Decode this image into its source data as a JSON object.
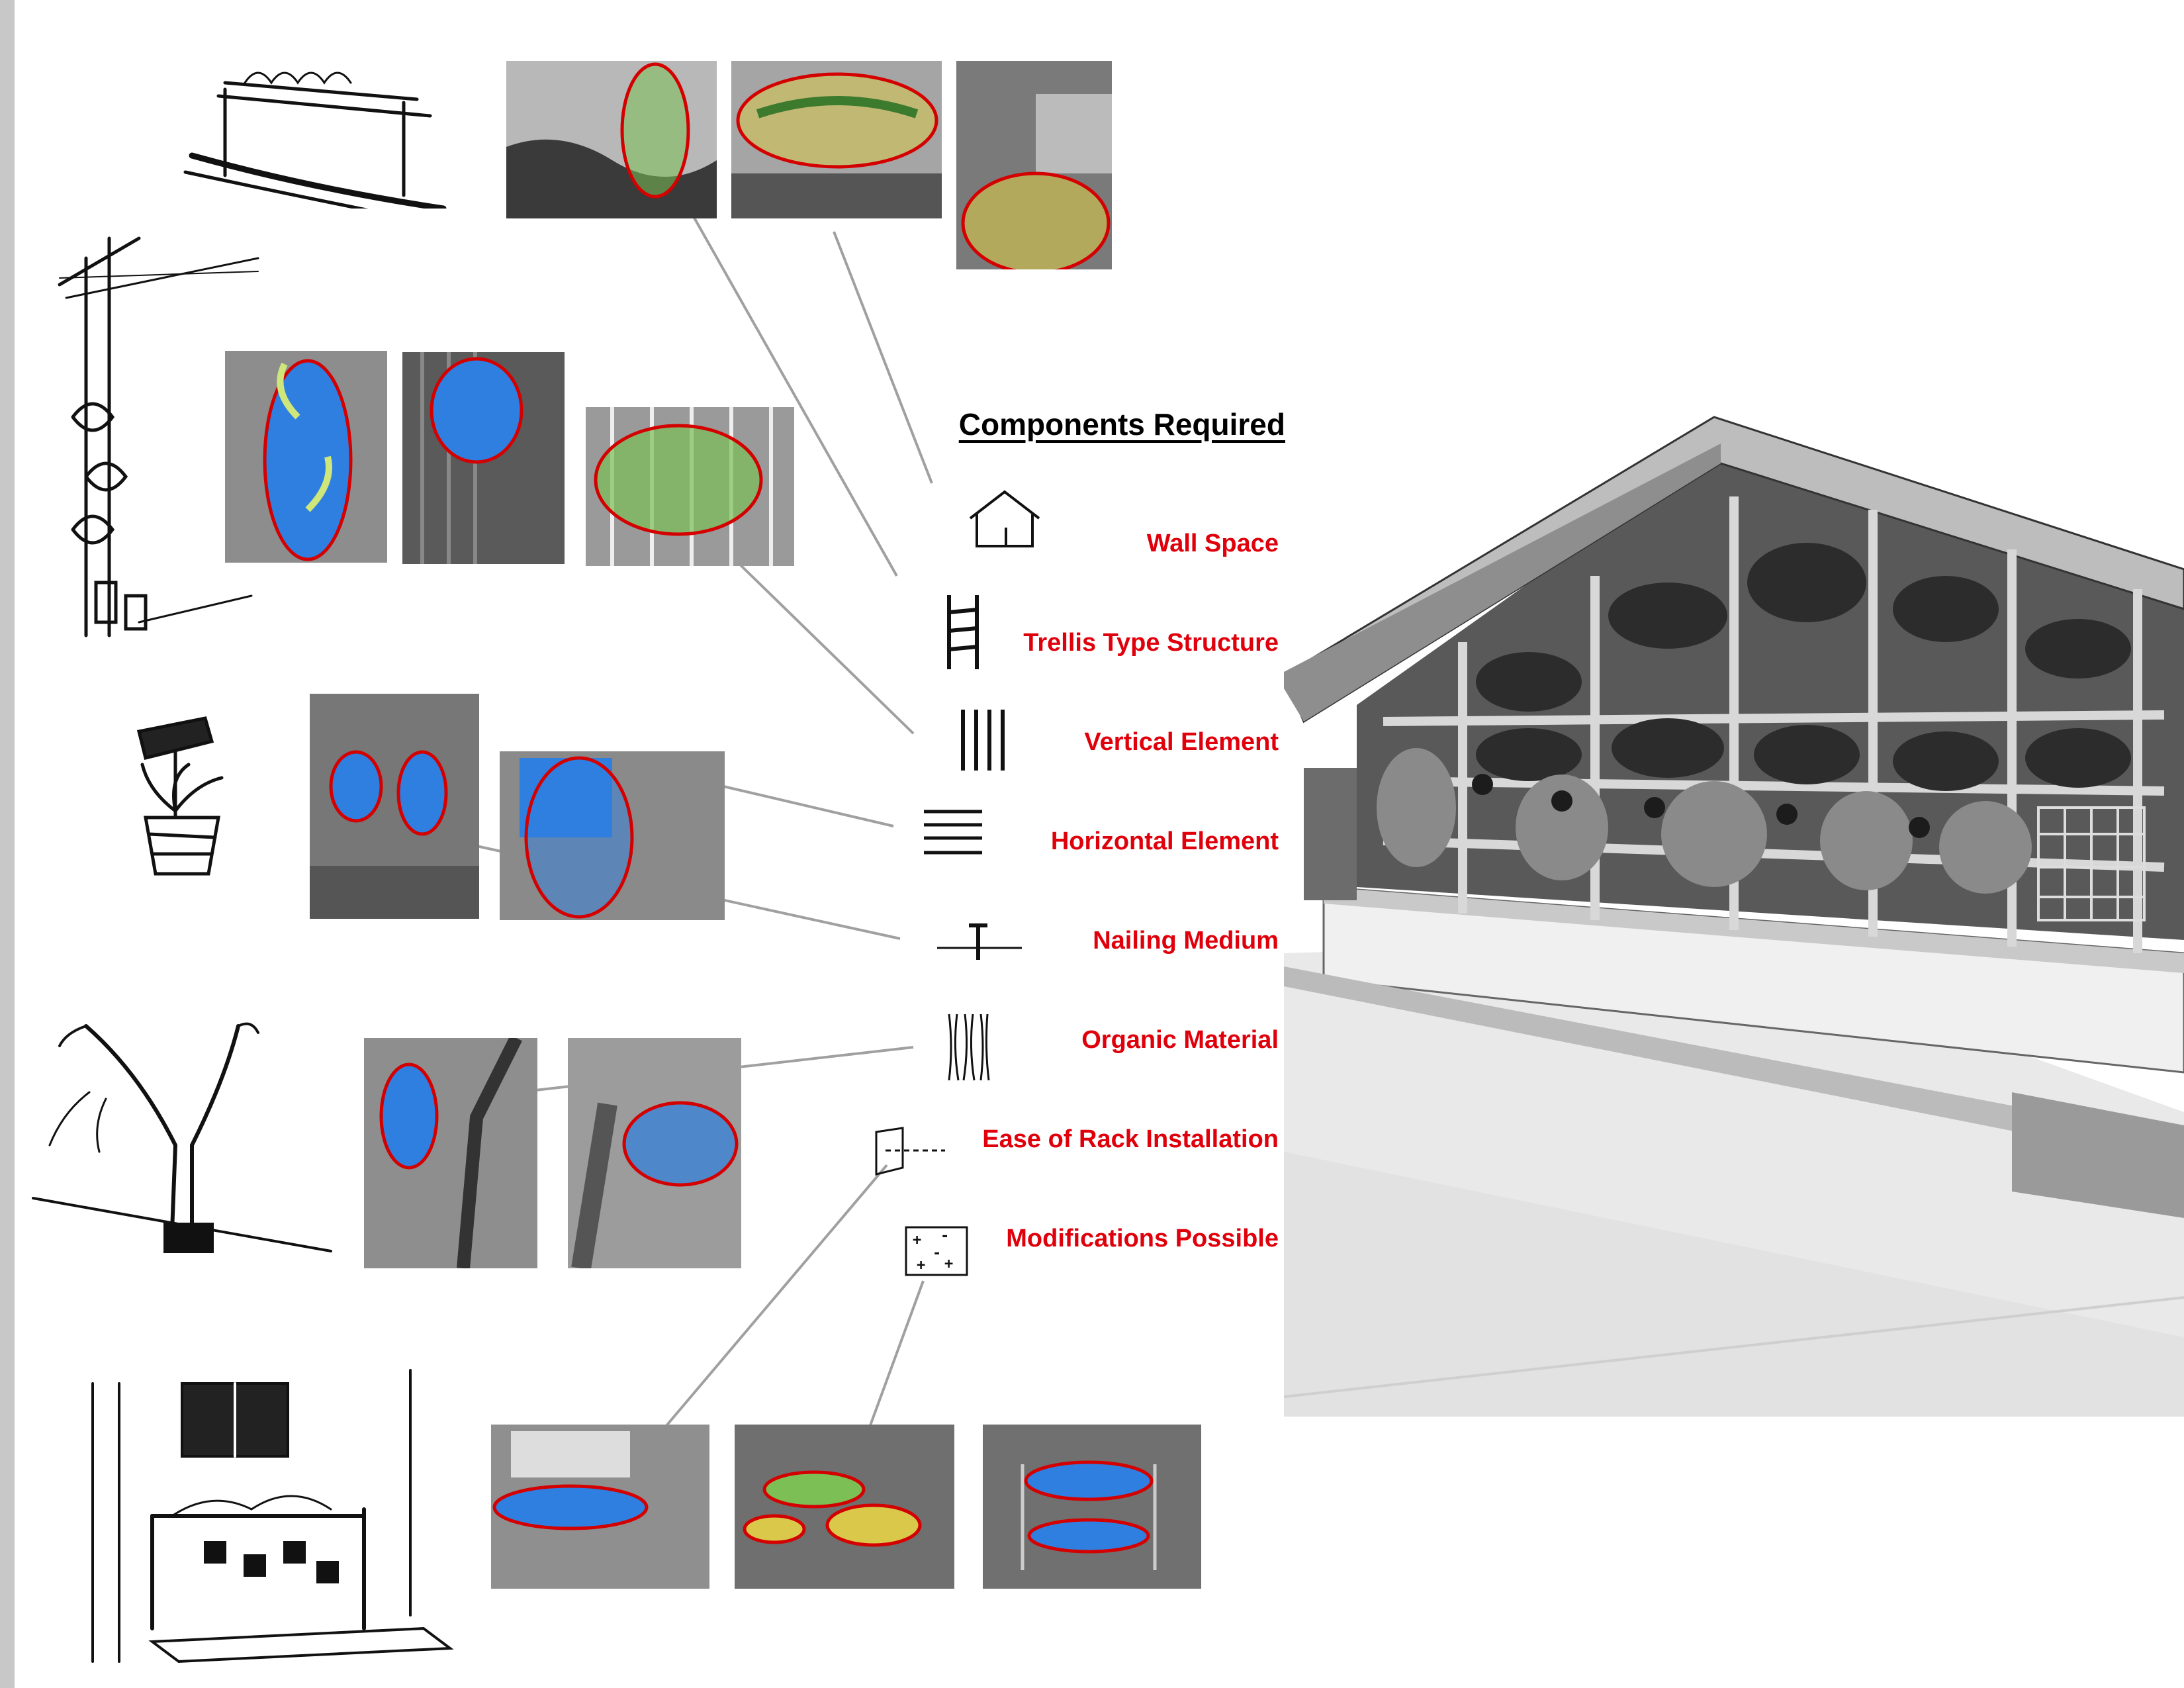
{
  "heading": "Components Required",
  "components": [
    {
      "label": "Wall Space",
      "icon": "house-outline-icon"
    },
    {
      "label": "Trellis Type Structure",
      "icon": "trellis-ladder-icon"
    },
    {
      "label": "Vertical Element",
      "icon": "vertical-lines-icon"
    },
    {
      "label": "Horizontal Element",
      "icon": "horizontal-lines-icon"
    },
    {
      "label": "Nailing Medium",
      "icon": "nail-icon"
    },
    {
      "label": "Organic Material",
      "icon": "wood-grain-icon"
    },
    {
      "label": "Ease of Rack Installation",
      "icon": "rack-panel-icon"
    },
    {
      "label": "Modifications Possible",
      "icon": "plus-minus-board-icon"
    }
  ],
  "colors": {
    "label_red": "#e0000b",
    "highlight_red": "#d40000",
    "highlight_blue": "#2f7fe0",
    "highlight_yellow": "#d9c84a",
    "highlight_green": "#7bbf55",
    "connector_gray": "#a0a0a0"
  }
}
